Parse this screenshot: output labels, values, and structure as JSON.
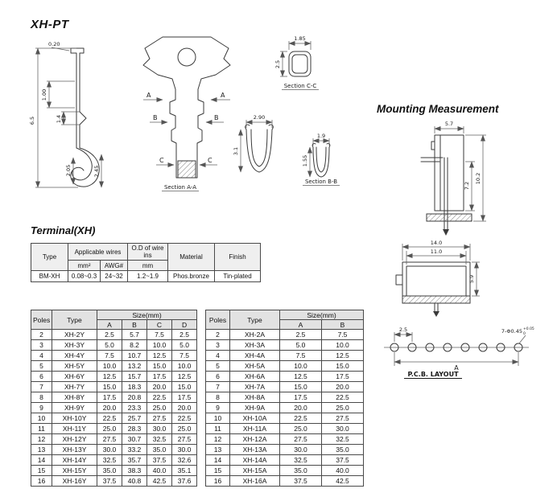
{
  "page": {
    "title": "XH-PT",
    "mounting_heading": "Mounting Measurement",
    "terminal_heading": "Terminal(XH)"
  },
  "drawings": {
    "side_view": {
      "dim_thickness": "0.20",
      "dim_100": "1.00",
      "dim_14": "1.4",
      "dim_height": "6.5",
      "dim_205": "2.05",
      "dim_245": "2.45"
    },
    "flat_view": {
      "cut_a_left": "A",
      "cut_a_right": "A",
      "cut_b_left": "B",
      "cut_b_right": "B",
      "cut_c_left": "C",
      "cut_c_right": "C",
      "section_label": "Section A-A"
    },
    "section_cc": {
      "dim_width": "1.85",
      "dim_height": "2.5",
      "label": "Section C-C"
    },
    "section_aa": {
      "dim_width": "2.90",
      "dim_height": "3.1"
    },
    "section_bb": {
      "dim_width": "1.9",
      "dim_height": "1.55",
      "label": "Section B-B"
    },
    "mount_side": {
      "dim_width": "5.7",
      "dim_body": "7.2",
      "dim_total": "10.2"
    },
    "mount_front": {
      "dim_outer": "14.0",
      "dim_inner": "11.0",
      "dim_height": "5.9"
    },
    "pcb_layout": {
      "dim_pitch": "2.5",
      "hole_note": "7-Φ0.45",
      "tol_plus": "+0.05",
      "tol_zero": "0",
      "dim_span": "A",
      "label": "P.C.B. LAYOUT"
    }
  },
  "spec_table": {
    "col_type": "Type",
    "col_applicable_wires": "Applicable wires",
    "col_od": "O.D of wire ins",
    "col_material": "Material",
    "col_finish": "Finish",
    "sub_mm2": "mm²",
    "sub_awg": "AWG#",
    "sub_mm": "mm",
    "row": {
      "type": "BM-XH",
      "mm2": "0.08~0.3",
      "awg": "24~32",
      "od": "1.2~1.9",
      "material": "Phos.bronze",
      "finish": "Tin-plated"
    }
  },
  "left_table": {
    "col_poles": "Poles",
    "col_type": "Type",
    "col_size": "Size(mm)",
    "size_cols": [
      "A",
      "B",
      "C",
      "D"
    ],
    "rows": [
      [
        "2",
        "XH-2Y",
        "2.5",
        "5.7",
        "7.5",
        "2.5"
      ],
      [
        "3",
        "XH-3Y",
        "5.0",
        "8.2",
        "10.0",
        "5.0"
      ],
      [
        "4",
        "XH-4Y",
        "7.5",
        "10.7",
        "12.5",
        "7.5"
      ],
      [
        "5",
        "XH-5Y",
        "10.0",
        "13.2",
        "15.0",
        "10.0"
      ],
      [
        "6",
        "XH-6Y",
        "12.5",
        "15.7",
        "17.5",
        "12.5"
      ],
      [
        "7",
        "XH-7Y",
        "15.0",
        "18.3",
        "20.0",
        "15.0"
      ],
      [
        "8",
        "XH-8Y",
        "17.5",
        "20.8",
        "22.5",
        "17.5"
      ],
      [
        "9",
        "XH-9Y",
        "20.0",
        "23.3",
        "25.0",
        "20.0"
      ],
      [
        "10",
        "XH-10Y",
        "22.5",
        "25.7",
        "27.5",
        "22.5"
      ],
      [
        "11",
        "XH-11Y",
        "25.0",
        "28.3",
        "30.0",
        "25.0"
      ],
      [
        "12",
        "XH-12Y",
        "27.5",
        "30.7",
        "32.5",
        "27.5"
      ],
      [
        "13",
        "XH-13Y",
        "30.0",
        "33.2",
        "35.0",
        "30.0"
      ],
      [
        "14",
        "XH-14Y",
        "32.5",
        "35.7",
        "37.5",
        "32.6"
      ],
      [
        "15",
        "XH-15Y",
        "35.0",
        "38.3",
        "40.0",
        "35.1"
      ],
      [
        "16",
        "XH-16Y",
        "37.5",
        "40.8",
        "42.5",
        "37.6"
      ]
    ]
  },
  "right_table": {
    "col_poles": "Poles",
    "col_type": "Type",
    "col_size": "Size(mm)",
    "size_cols": [
      "A",
      "B"
    ],
    "rows": [
      [
        "2",
        "XH-2A",
        "2.5",
        "7.5"
      ],
      [
        "3",
        "XH-3A",
        "5.0",
        "10.0"
      ],
      [
        "4",
        "XH-4A",
        "7.5",
        "12.5"
      ],
      [
        "5",
        "XH-5A",
        "10.0",
        "15.0"
      ],
      [
        "6",
        "XH-6A",
        "12.5",
        "17.5"
      ],
      [
        "7",
        "XH-7A",
        "15.0",
        "20.0"
      ],
      [
        "8",
        "XH-8A",
        "17.5",
        "22.5"
      ],
      [
        "9",
        "XH-9A",
        "20.0",
        "25.0"
      ],
      [
        "10",
        "XH-10A",
        "22.5",
        "27.5"
      ],
      [
        "11",
        "XH-11A",
        "25.0",
        "30.0"
      ],
      [
        "12",
        "XH-12A",
        "27.5",
        "32.5"
      ],
      [
        "13",
        "XH-13A",
        "30.0",
        "35.0"
      ],
      [
        "14",
        "XH-14A",
        "32.5",
        "37.5"
      ],
      [
        "15",
        "XH-15A",
        "35.0",
        "40.0"
      ],
      [
        "16",
        "XH-16A",
        "37.5",
        "42.5"
      ]
    ]
  }
}
